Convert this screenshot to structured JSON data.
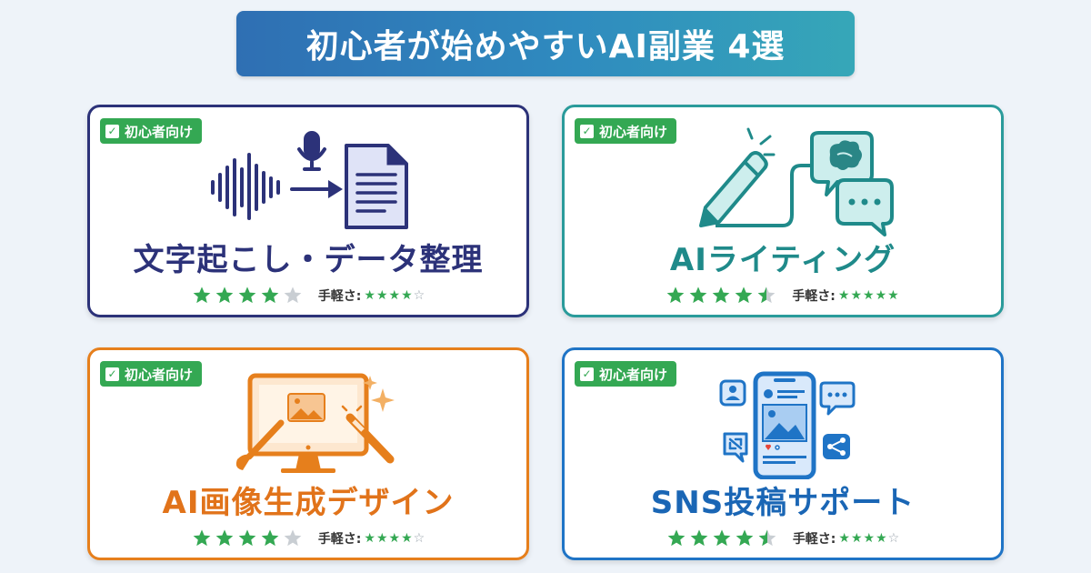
{
  "header": {
    "title": "初心者が始めやすいAI副業 4選"
  },
  "colors": {
    "green": "#34a853",
    "star_empty": "#c9ced3"
  },
  "badge_label": "初心者向け",
  "ease_label": "手軽さ:",
  "cards": [
    {
      "title": "文字起こし・データ整理",
      "title_color": "#2c3279",
      "rating": 4,
      "ease_rating": 4,
      "ease_max": 5
    },
    {
      "title": "AIライティング",
      "title_color": "#1f8a8a",
      "rating": 4.5,
      "ease_rating": 5,
      "ease_max": 5
    },
    {
      "title": "AI画像生成デザイン",
      "title_color": "#e1731a",
      "rating": 4,
      "ease_rating": 4,
      "ease_max": 5
    },
    {
      "title": "SNS投稿サポート",
      "title_color": "#1a66b5",
      "rating": 4.5,
      "ease_rating": 4,
      "ease_max": 5
    }
  ]
}
